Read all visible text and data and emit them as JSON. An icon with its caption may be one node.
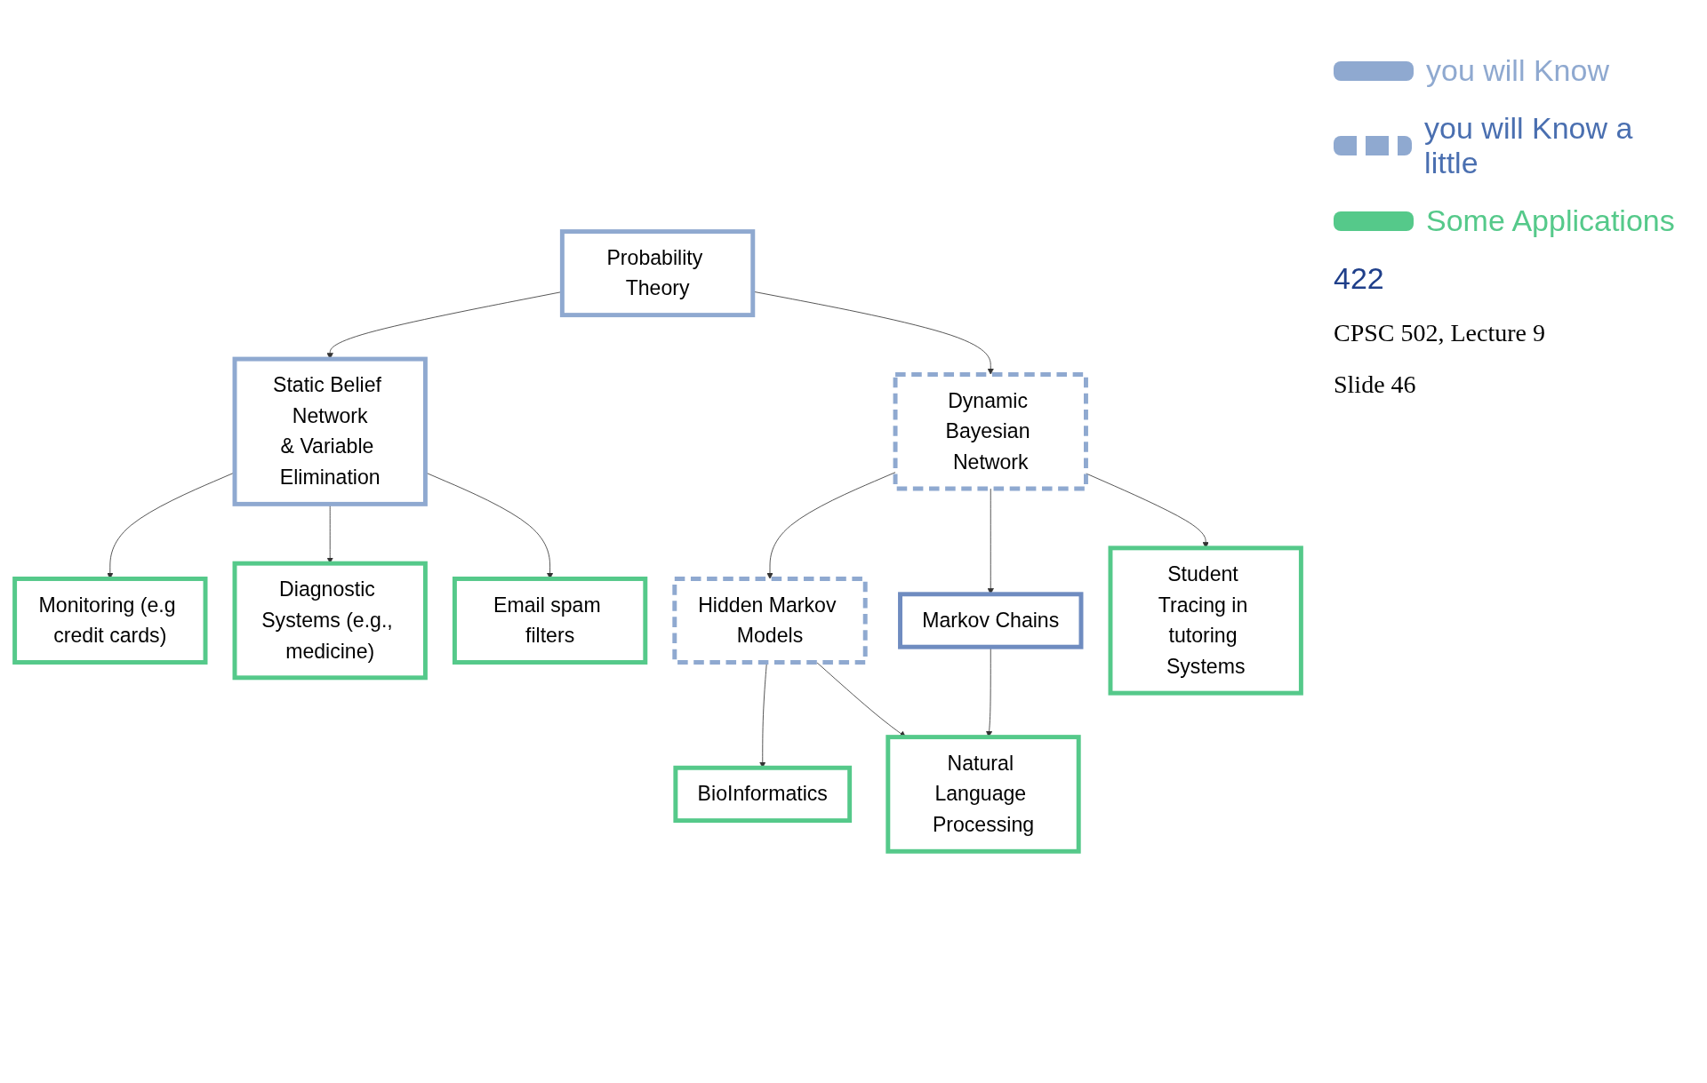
{
  "diagram": {
    "nodes": [
      {
        "text": [
          "Probability Theory"
        ]
      },
      {
        "text": [
          "Static Belief Network",
          "& Variable Elimination"
        ]
      },
      {
        "text": [
          "Dynamic Bayesian Network"
        ]
      },
      {
        "text": [
          "Hidden Markov Models"
        ]
      },
      {
        "text": [
          "Monitoring (e.g credit cards)"
        ]
      },
      {
        "text": [
          "BioInformatics"
        ]
      },
      {
        "text": [
          "Student Tracing in tutoring Systems"
        ]
      },
      {
        "text": [
          "Markov Chains"
        ]
      },
      {
        "text": [
          "Natural Language Processing"
        ]
      },
      {
        "text": [
          "Diagnostic Systems (e.g., medicine)"
        ]
      },
      {
        "text": [
          "Email spam filters"
        ]
      }
    ],
    "edges": [
      {
        "from": 0,
        "to": 1,
        "arrow": "to"
      },
      {
        "from": 0,
        "to": 2,
        "arrow": "to"
      },
      {
        "from": 2,
        "to": 3,
        "arrow": "to"
      },
      {
        "from": 2,
        "to": 7,
        "arrow": "to"
      },
      {
        "from": 2,
        "to": 6,
        "arrow": "to"
      },
      {
        "from": 1,
        "to": 4,
        "arrow": "to"
      },
      {
        "from": 1,
        "to": 9,
        "arrow": "to"
      },
      {
        "from": 1,
        "to": 10,
        "arrow": "to"
      },
      {
        "from": 3,
        "to": 5,
        "arrow": "to"
      },
      {
        "from": 3,
        "to": 8,
        "arrow": "to"
      },
      {
        "from": 7,
        "to": 8,
        "arrow": "to"
      }
    ],
    "labels": [
      "422",
      "CPSC 502, Lecture 9",
      "Slide 46"
    ],
    "legend": [
      {
        "text": "you will Know",
        "color": "#8fa9d0"
      },
      {
        "text": "you will Know a little"
      },
      {
        "text": "Some Applications",
        "color": "#55c98a"
      }
    ]
  }
}
